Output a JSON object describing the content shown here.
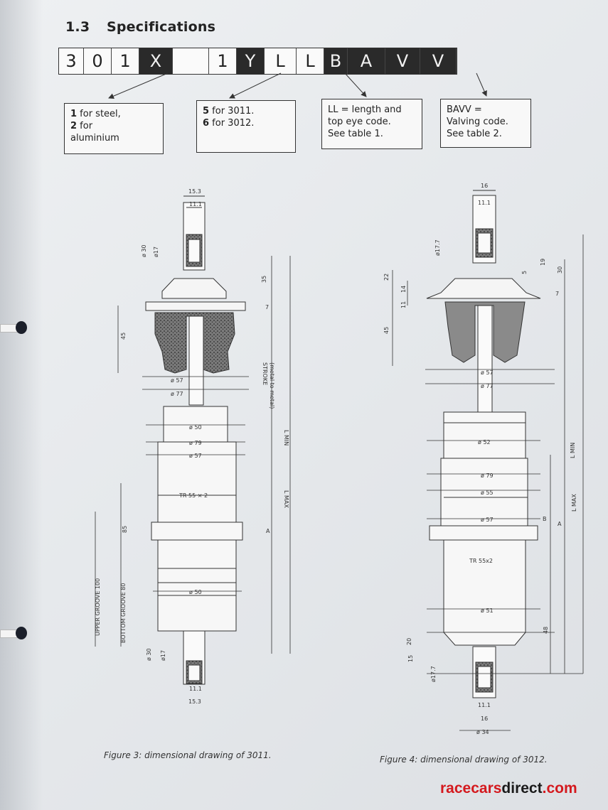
{
  "section": {
    "number": "1.3",
    "title": "Specifications"
  },
  "code_cells": [
    {
      "text": "3",
      "dark": false,
      "w": 34
    },
    {
      "text": "0",
      "dark": false,
      "w": 38
    },
    {
      "text": "1",
      "dark": false,
      "w": 38
    },
    {
      "text": "X",
      "dark": true,
      "w": 46
    },
    {
      "text": "",
      "dark": false,
      "w": 50
    },
    {
      "text": "1",
      "dark": false,
      "w": 38
    },
    {
      "text": "Y",
      "dark": true,
      "w": 38
    },
    {
      "text": "L",
      "dark": false,
      "w": 44
    },
    {
      "text": "L",
      "dark": false,
      "w": 38
    },
    {
      "text": "B",
      "dark": true,
      "w": 32
    },
    {
      "text": "A",
      "dark": true,
      "w": 52
    },
    {
      "text": "V",
      "dark": true,
      "w": 48
    },
    {
      "text": "V",
      "dark": true,
      "w": 50
    }
  ],
  "legend": {
    "material": {
      "line1_bold": "1",
      "line1": " for steel,",
      "line2_bold": "2",
      "line2": " for",
      "line3": "aluminium"
    },
    "model": {
      "line1_bold": "5",
      "line1": " for 3011.",
      "line2_bold": "6",
      "line2": " for 3012."
    },
    "length": {
      "line1": "LL = length and",
      "line2": "top eye code.",
      "line3": "See table 1."
    },
    "valving": {
      "line1": "BAVV =",
      "line2": "Valving code.",
      "line3": "See table 2."
    }
  },
  "figure3": {
    "caption": "Figure 3: dimensional drawing of 3011.",
    "labels": {
      "top_width": "15.3",
      "eye_width": "11.1",
      "d30": "ø 30",
      "d17": "ø17",
      "d35": "35",
      "d7": "7",
      "d45": "45",
      "stroke": "STROKE",
      "stroke_note": "(metal to metal)",
      "d57": "ø 57",
      "d77": "ø 77",
      "d50": "ø 50",
      "d79": "ø 79",
      "d57b": "ø 57",
      "lmin": "L MIN",
      "lmax": "L MAX",
      "thread": "TR 55 × 2",
      "d85": "85",
      "a": "A",
      "upper_groove": "UPPER GROOVE 100",
      "bottom_groove": "BOTTOM GROOVE 80",
      "d50b": "ø 50",
      "b30": "ø 30",
      "b17": "ø17",
      "b_eye": "11.1",
      "b_width": "15.3"
    }
  },
  "figure4": {
    "caption": "Figure 4: dimensional drawing of 3012.",
    "labels": {
      "top_width": "16",
      "eye_width": "11.1",
      "d17": "ø17.7",
      "d22": "22",
      "d14": "14",
      "d11": "11",
      "d5": "5",
      "d19": "19",
      "d30": "30",
      "d7": "7",
      "d45": "45",
      "d57": "ø 57",
      "d77": "ø 77",
      "d52": "ø 52",
      "d79": "ø 79",
      "d55": "ø 55",
      "d57b": "ø 57",
      "thread": "TR 55x2",
      "d51": "ø 51",
      "b": "B",
      "a": "A",
      "lmin": "L MIN",
      "lmax": "L MAX",
      "d48": "48",
      "d20": "20",
      "d15": "15",
      "b17": "ø17.7",
      "b_eye": "11.1",
      "b_width": "16",
      "b34": "ø 34"
    }
  },
  "watermark": {
    "part1": "racecars",
    "part2": "direct",
    "part3": ".com"
  }
}
